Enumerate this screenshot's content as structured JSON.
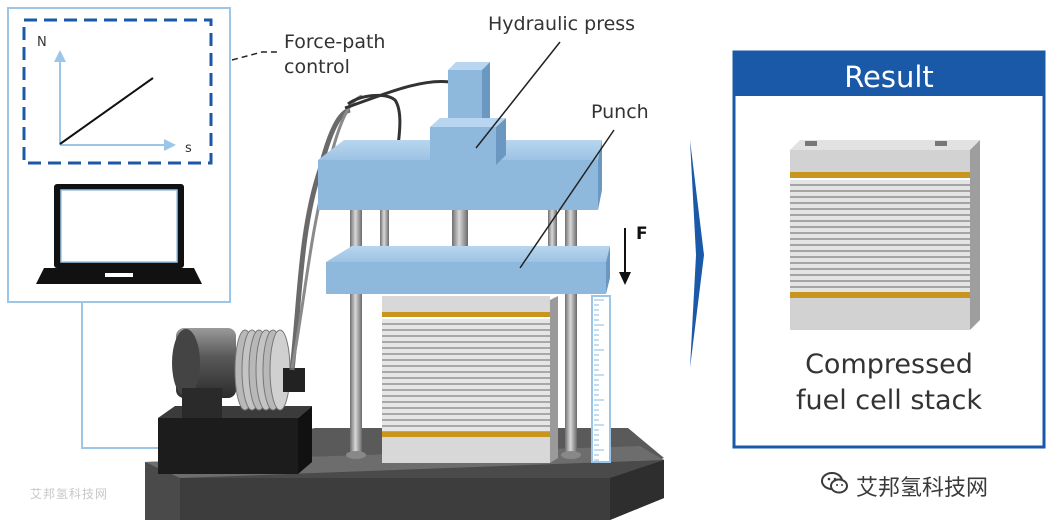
{
  "labels": {
    "force_path": "Force-path\ncontrol",
    "hydraulic_press": "Hydraulic press",
    "punch": "Punch",
    "force": "F",
    "graph_y": "N",
    "graph_x": "s"
  },
  "result": {
    "title": "Result",
    "caption": "Compressed\nfuel cell stack"
  },
  "watermarks": {
    "left": "艾邦氢科技网",
    "right": "艾邦氢科技网"
  },
  "colors": {
    "accent_blue": "#1a58a8",
    "press_blue": "#8fb9dc",
    "frame_light_blue": "#9cc5e8",
    "gasket_gold": "#c8951f",
    "base_gray": "#4a4a4a"
  },
  "icons": [
    "laptop-icon",
    "wechat-icon",
    "arrow-right-icon",
    "force-arrow-icon"
  ]
}
